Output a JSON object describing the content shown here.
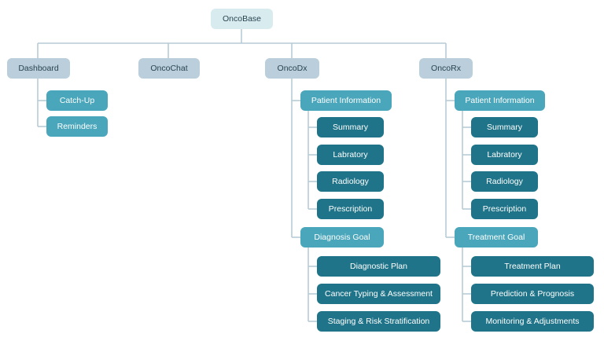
{
  "root": {
    "label": "OncoBase"
  },
  "dashboard": {
    "label": "Dashboard",
    "children": [
      "Catch-Up",
      "Reminders"
    ]
  },
  "oncochat": {
    "label": "OncoChat"
  },
  "oncodx": {
    "label": "OncoDx",
    "patient_info": {
      "label": "Patient Information",
      "children": [
        "Summary",
        "Labratory",
        "Radiology",
        "Prescription"
      ]
    },
    "goal": {
      "label": "Diagnosis Goal",
      "children": [
        "Diagnostic Plan",
        "Cancer Typing & Assessment",
        "Staging & Risk Stratification"
      ]
    }
  },
  "oncorx": {
    "label": "OncoRx",
    "patient_info": {
      "label": "Patient Information",
      "children": [
        "Summary",
        "Labratory",
        "Radiology",
        "Prescription"
      ]
    },
    "goal": {
      "label": "Treatment Goal",
      "children": [
        "Treatment Plan",
        "Prediction & Prognosis",
        "Monitoring & Adjustments"
      ]
    }
  }
}
